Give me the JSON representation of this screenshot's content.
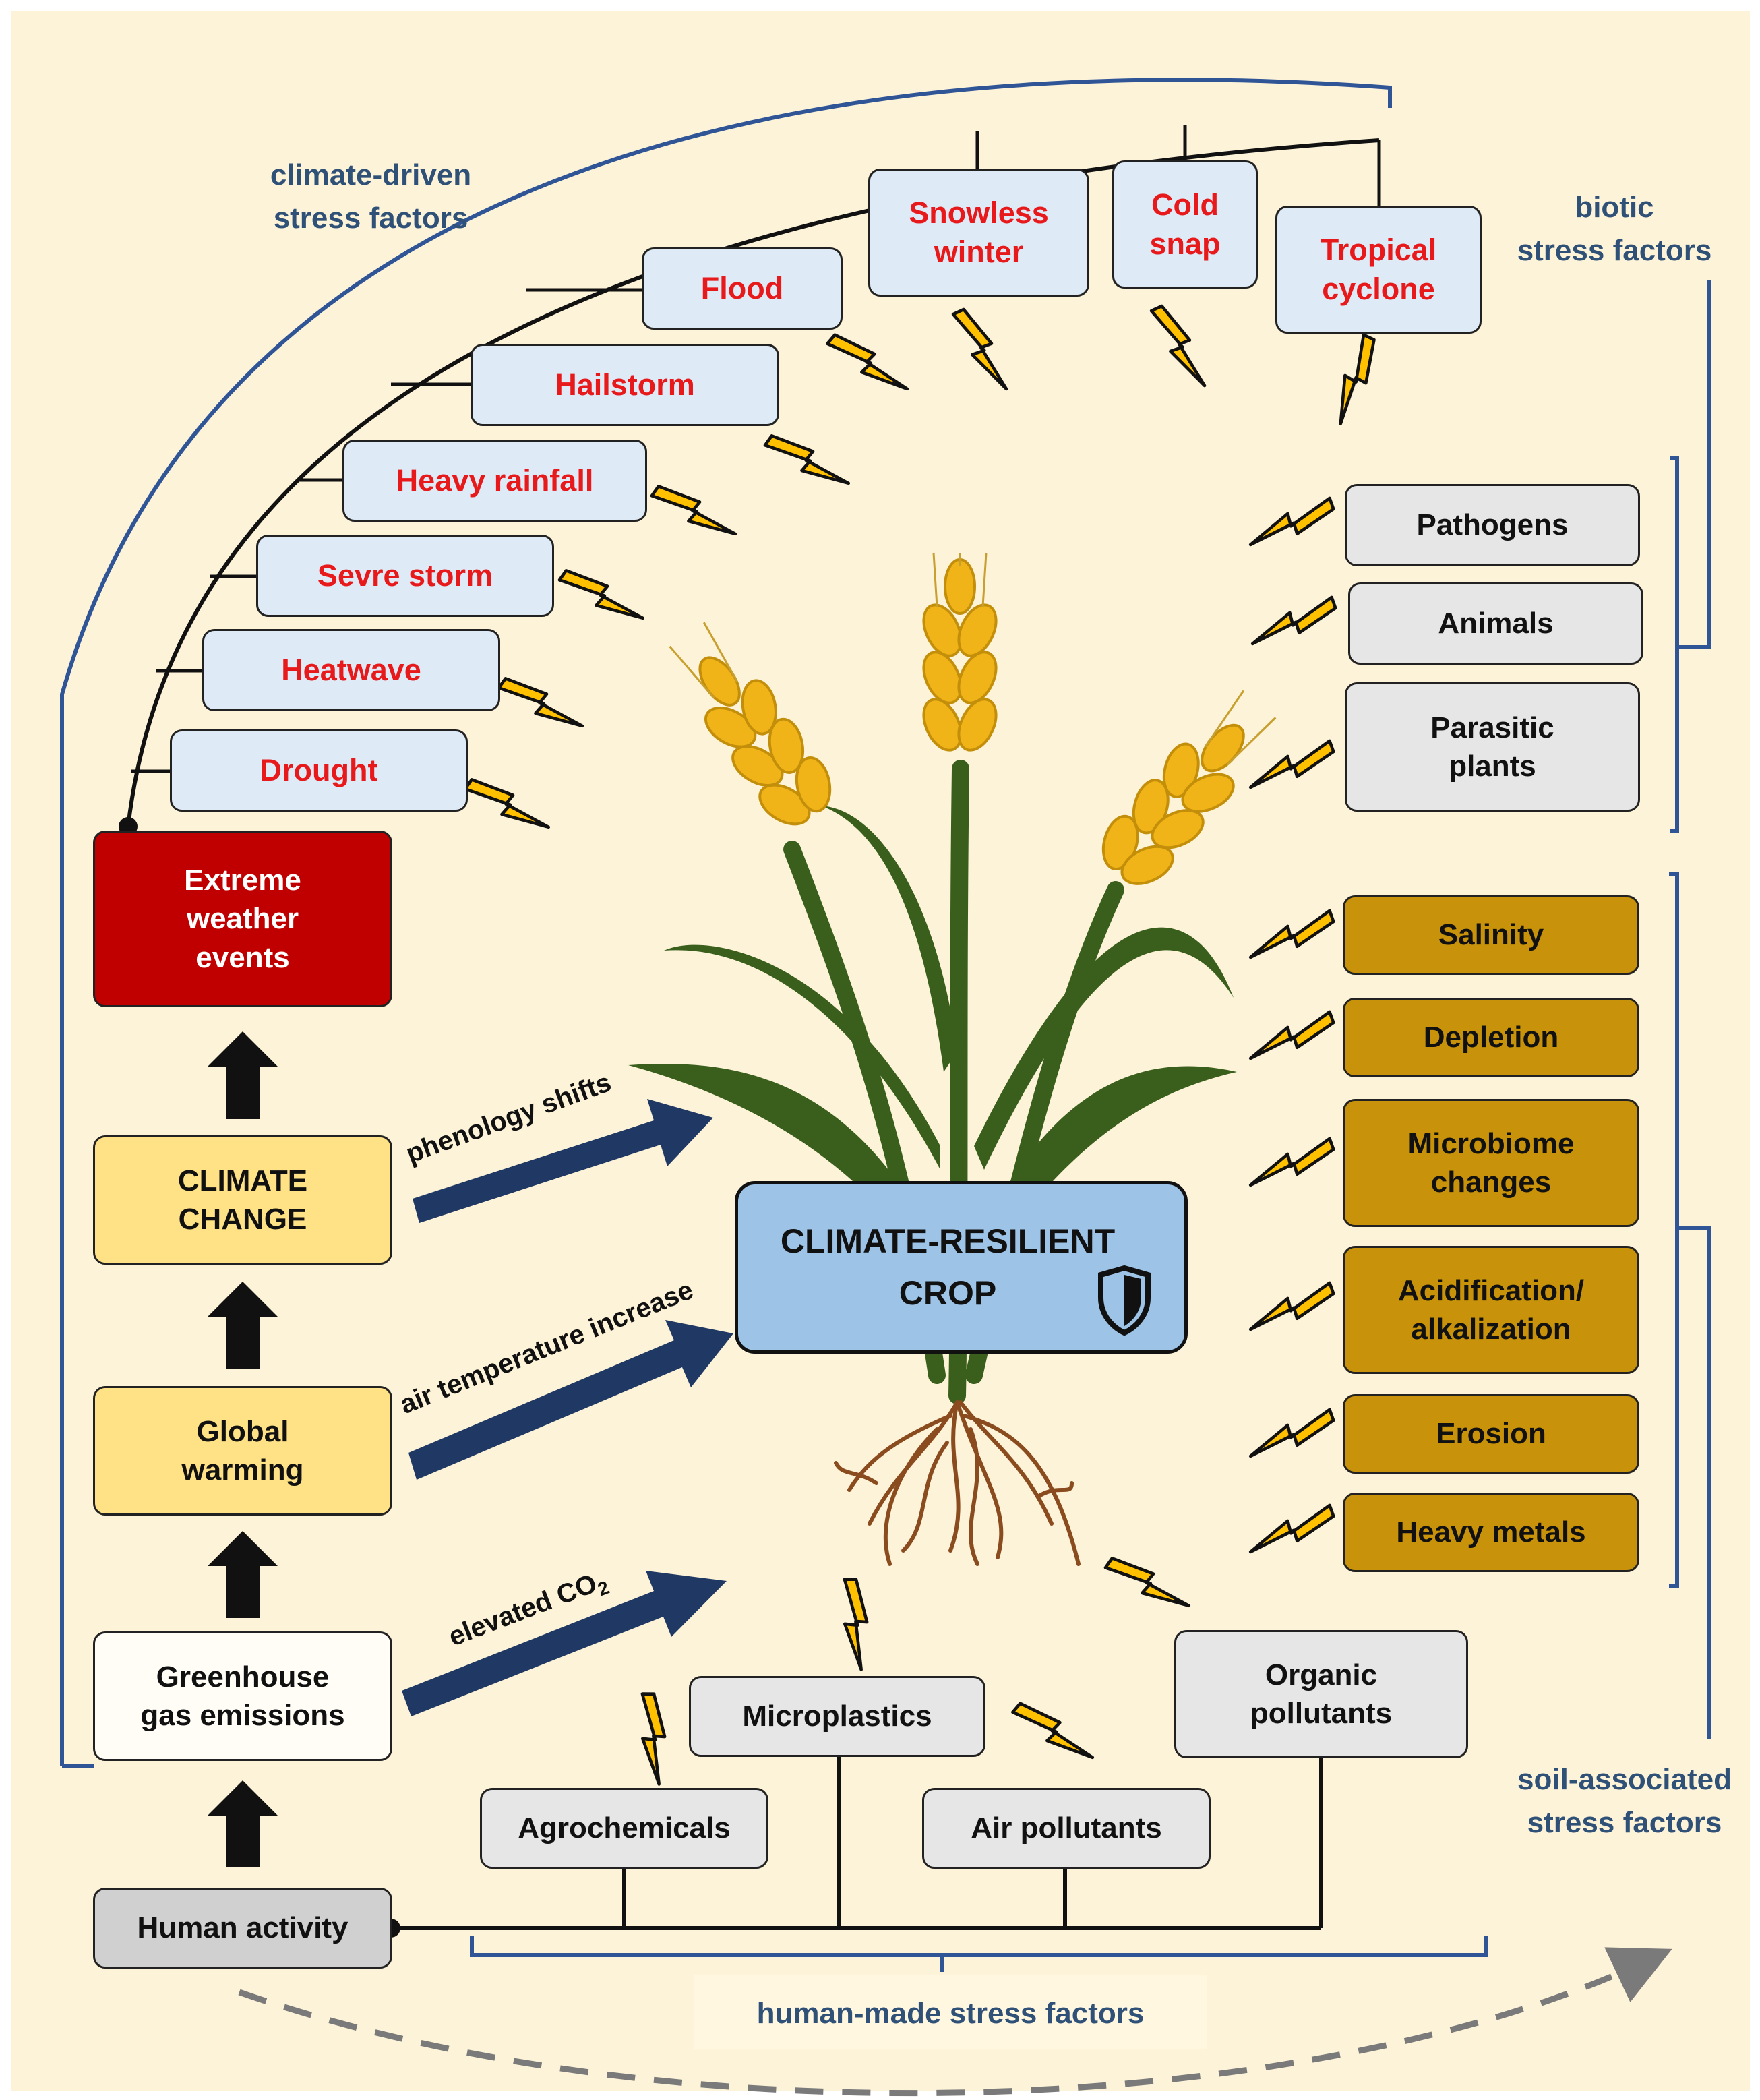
{
  "labels": {
    "climate_driven": "climate-driven\nstress factors",
    "biotic": "biotic\nstress factors",
    "soil_associated": "soil-associated\nstress factors",
    "human_made": "human-made stress factors"
  },
  "climate_factors": [
    "Drought",
    "Heatwave",
    "Sevre storm",
    "Heavy rainfall",
    "Hailstorm",
    "Flood",
    "Snowless\nwinter",
    "Cold\nsnap",
    "Tropical\ncyclone"
  ],
  "biotic_factors": [
    "Pathogens",
    "Animals",
    "Parasitic\nplants"
  ],
  "soil_factors": [
    "Salinity",
    "Depletion",
    "Microbiome\nchanges",
    "Acidification/\nalkalization",
    "Erosion",
    "Heavy metals"
  ],
  "human_factors": [
    "Agrochemicals",
    "Microplastics",
    "Air pollutants",
    "Organic\npollutants"
  ],
  "chain": {
    "extreme": "Extreme\nweather\nevents",
    "climate_change": "CLIMATE\nCHANGE",
    "global_warming": "Global\nwarming",
    "greenhouse": "Greenhouse\ngas emissions",
    "human_activity": "Human activity"
  },
  "arrows": {
    "phenology": "phenology shifts",
    "temperature": "air temperature increase",
    "co2_text": "elevated CO",
    "co2_sub": "2"
  },
  "center": {
    "title": "CLIMATE-RESILIENT\nCROP"
  },
  "icons": {
    "lightning": "lightning-bolt-icon",
    "shield": "shield-icon",
    "plant": "wheat-plant-icon"
  },
  "colors": {
    "background": "#fdf3d8",
    "climate_box": "#deeaf6",
    "climate_text": "#e8191b",
    "extreme_box": "#c00000",
    "chain_box": "#ffe186",
    "soil_box": "#c8930a",
    "grey_box": "#e6e6e6",
    "crop_box": "#9dc3e6",
    "bracket": "#2f5597",
    "arrow": "#1f3864",
    "lightning": "#ffc000"
  }
}
